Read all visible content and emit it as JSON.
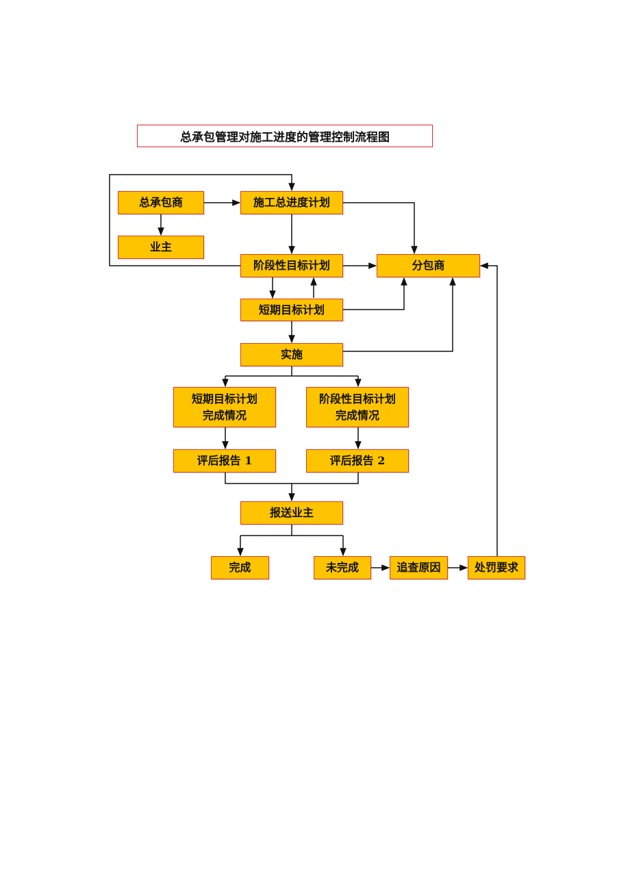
{
  "title": "总承包管理对施工进度的管理控制流程图",
  "nodes": {
    "general_contractor": "总承包商",
    "owner": "业主",
    "master_schedule": "施工总进度计划",
    "stage_plan": "阶段性目标计划",
    "subcontractor": "分包商",
    "short_plan": "短期目标计划",
    "implementation": "实施",
    "short_plan_status": "短期目标计划\n完成情况",
    "stage_plan_status": "阶段性目标计划\n完成情况",
    "report_1": "评后报告 1",
    "report_2": "评后报告 2",
    "submit_owner": "报送业主",
    "completed": "完成",
    "not_completed": "未完成",
    "investigate_cause": "追查原因",
    "penalty": "处罚要求"
  },
  "colors": {
    "node_fill": "#ffc400",
    "node_border": "#e03a1e",
    "title_border": "#e0282c",
    "line": "#111111"
  }
}
